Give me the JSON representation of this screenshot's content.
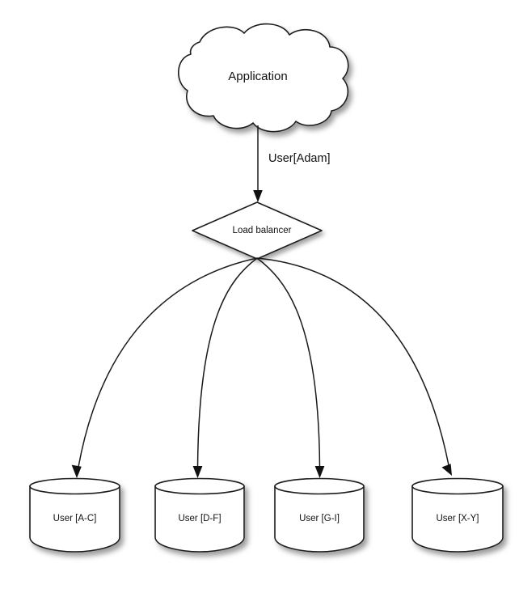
{
  "diagram": {
    "type": "architecture-flow",
    "title_text": "",
    "colors": {
      "stroke": "#1a1a1a",
      "fill": "#ffffff",
      "text": "#111111",
      "background": "#ffffff",
      "shadow": "#9a9a9a"
    },
    "nodes": {
      "cloud": {
        "shape": "cloud",
        "label": "Application"
      },
      "balancer": {
        "shape": "diamond",
        "label": "Load balancer"
      },
      "shards": [
        {
          "shape": "cylinder",
          "label": "User [A-C]"
        },
        {
          "shape": "cylinder",
          "label": "User [D-F]"
        },
        {
          "shape": "cylinder",
          "label": "User [G-I]"
        },
        {
          "shape": "cylinder",
          "label": "User [X-Y]"
        }
      ]
    },
    "edges": {
      "cloud_to_balancer": {
        "label": "User[Adam]",
        "arrow": true
      },
      "balancer_to_shards": {
        "label": "",
        "arrow": true,
        "count": 4
      }
    }
  }
}
